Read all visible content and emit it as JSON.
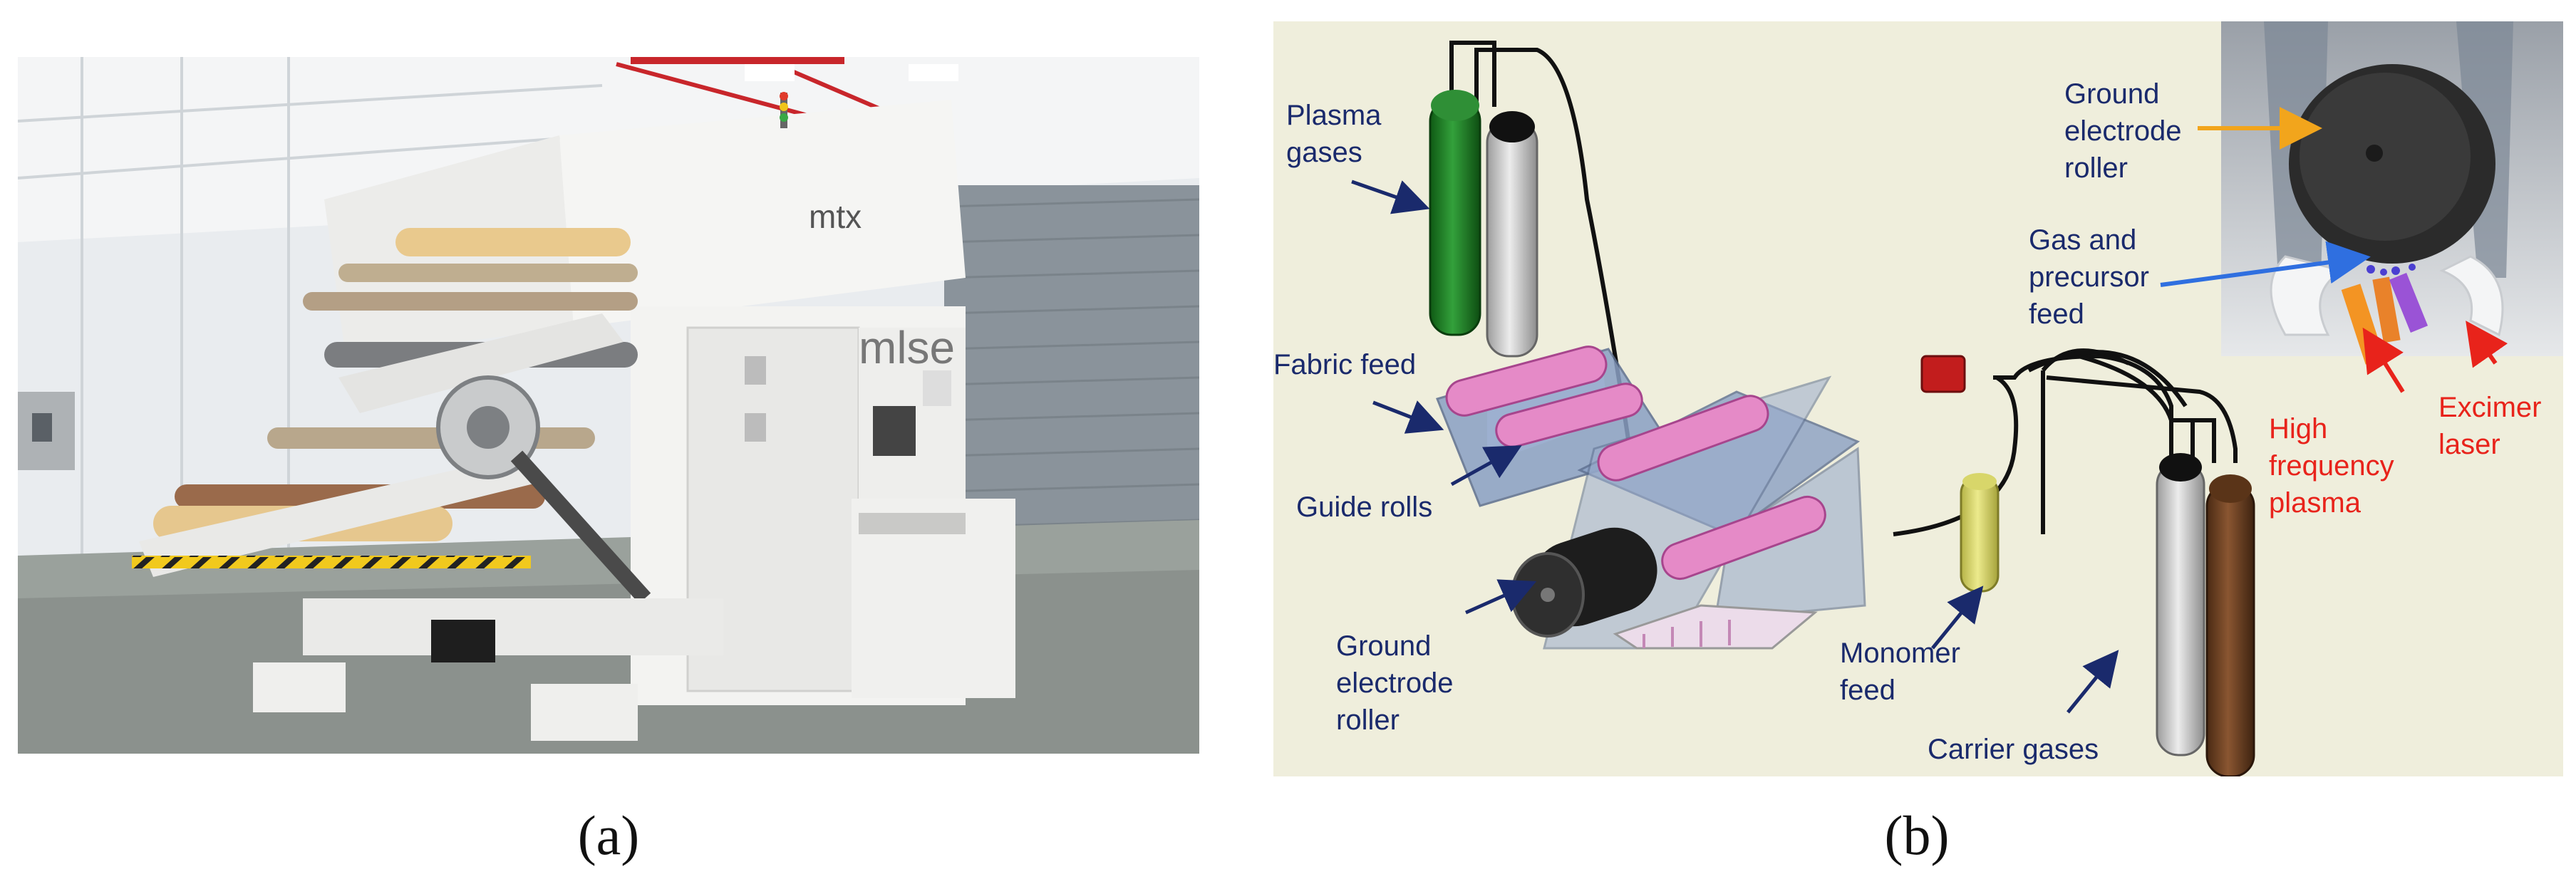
{
  "figure": {
    "panel_a": {
      "caption": "(a)",
      "machine_logo": "mtx",
      "machine_brand": "mlse"
    },
    "panel_b": {
      "caption": "(b)",
      "labels": {
        "plasma_gases": [
          "Plasma",
          "gases"
        ],
        "fabric_feed": [
          "Fabric feed"
        ],
        "guide_rolls": [
          "Guide rolls"
        ],
        "ground_roller_main": [
          "Ground",
          "electrode",
          "roller"
        ],
        "monomer_feed": [
          "Monomer",
          "feed"
        ],
        "carrier_gases": [
          "Carrier gases"
        ],
        "ground_roller_inset": [
          "Ground",
          "electrode",
          "roller"
        ],
        "gas_precursor": [
          "Gas and",
          "precursor",
          "feed"
        ],
        "hf_plasma": [
          "High",
          "frequency",
          "plasma"
        ],
        "excimer_laser": [
          "Excimer",
          "laser"
        ]
      },
      "colors": {
        "background": "#efeedc",
        "label_navy": "#1a2a6c",
        "label_red": "#e8231b",
        "arrow_orange": "#f2a51c",
        "arrow_blue": "#2f6fe0",
        "cylinder_green": "#1f7a26",
        "cylinder_grey": "#c9c9c9",
        "cylinder_brown": "#6b4022",
        "roller_pink": "#e58ac7",
        "fabric_blue": "#8aa0c4"
      }
    }
  }
}
